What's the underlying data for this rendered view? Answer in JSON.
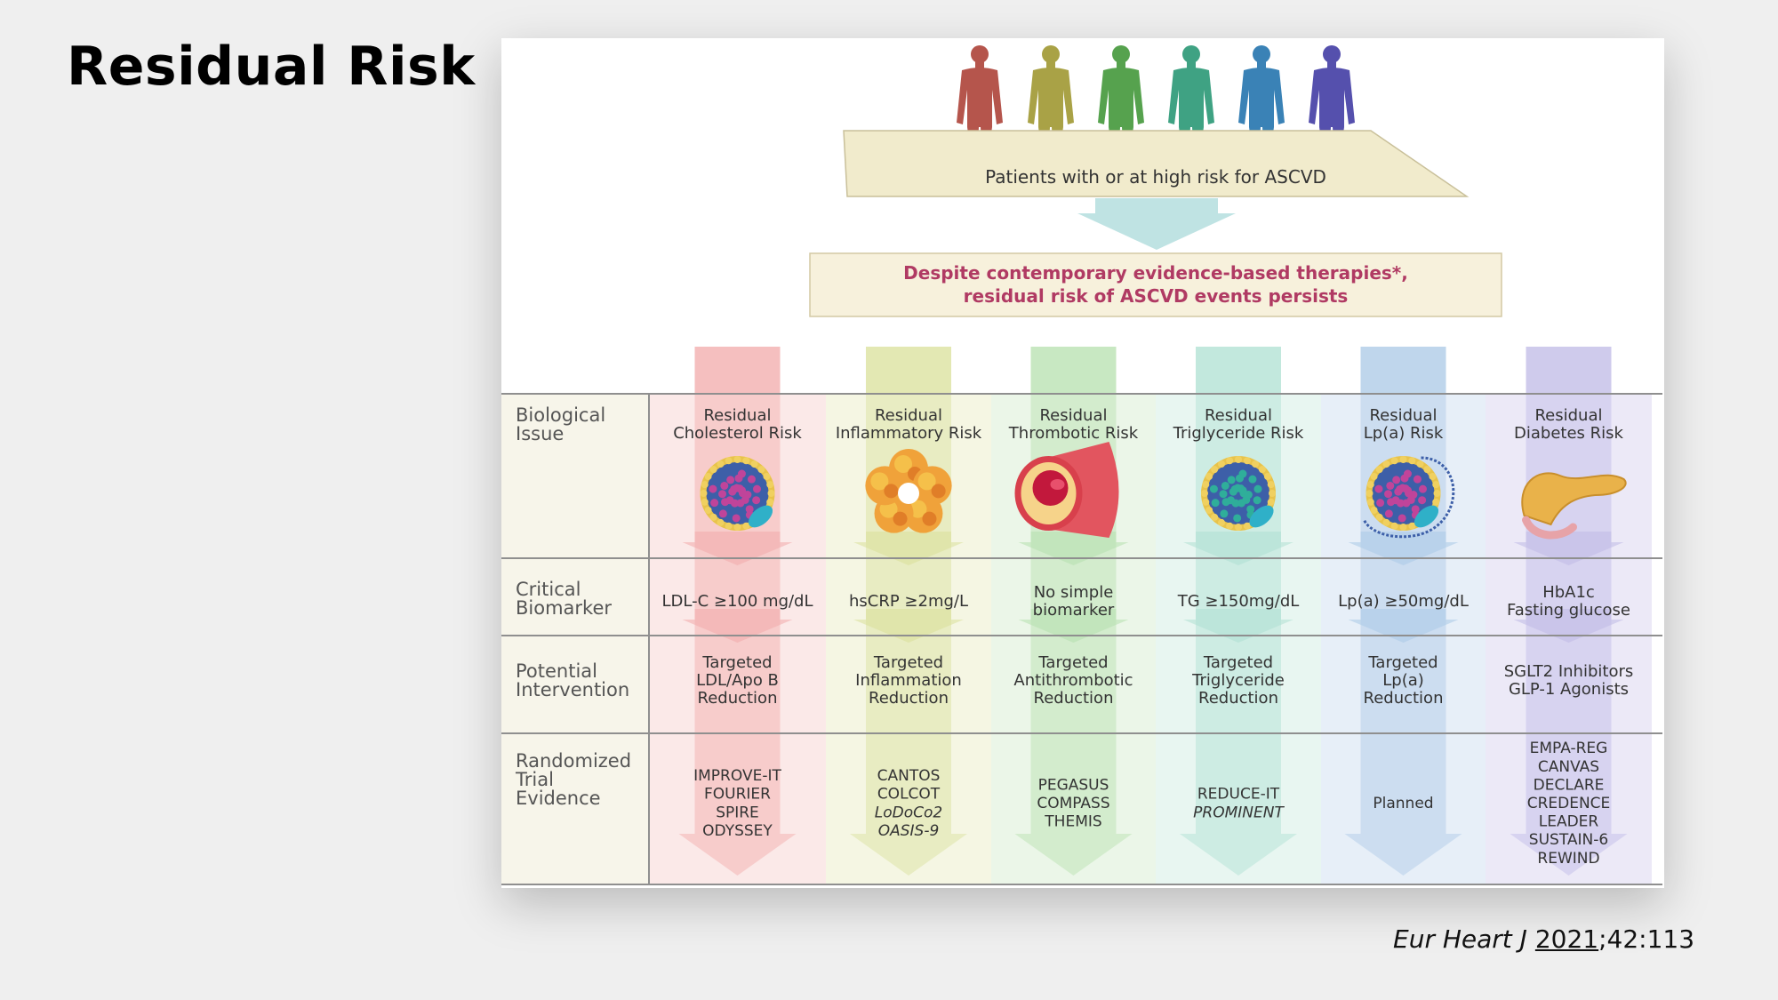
{
  "slide": {
    "title": "Residual Risk"
  },
  "figure": {
    "header": "Patients with or at high risk for ASCVD",
    "banner_line1": "Despite contemporary evidence-based therapies*,",
    "banner_line2": "residual risk of ASCVD events persists",
    "people_colors": [
      "#b5554c",
      "#a9a246",
      "#56a24e",
      "#3fa283",
      "#3a82b6",
      "#5550ad"
    ],
    "row_labels": [
      [
        "Biological",
        "Issue"
      ],
      [
        "Critical",
        "Biomarker"
      ],
      [
        "Potential",
        "Intervention"
      ],
      [
        "Randomized",
        "Trial",
        "Evidence"
      ]
    ],
    "columns": [
      {
        "color": "#f2a9a9",
        "bg": "#fbe9e8",
        "issue": [
          "Residual",
          "Cholesterol Risk"
        ],
        "icon": "lipoprotein-particle-icon",
        "biomarker": [
          "LDL-C ≥100 mg/dL"
        ],
        "intervention": [
          "Targeted",
          "LDL/Apo B",
          "Reduction"
        ],
        "trials": [
          [
            "IMPROVE-IT",
            "n"
          ],
          [
            "FOURIER",
            "n"
          ],
          [
            "SPIRE",
            "n"
          ],
          [
            "ODYSSEY",
            "n"
          ]
        ]
      },
      {
        "color": "#d9e09a",
        "bg": "#f5f6e3",
        "issue": [
          "Residual",
          "Inflammatory Risk"
        ],
        "icon": "crp-protein-icon",
        "biomarker": [
          "hsCRP ≥2mg/L"
        ],
        "intervention": [
          "Targeted",
          "Inflammation",
          "Reduction"
        ],
        "trials": [
          [
            "CANTOS",
            "n"
          ],
          [
            "COLCOT",
            "n"
          ],
          [
            "LoDoCo2",
            "i"
          ],
          [
            "OASIS-9",
            "i"
          ]
        ]
      },
      {
        "color": "#b5e0ad",
        "bg": "#ebf6e8",
        "issue": [
          "Residual",
          "Thrombotic Risk"
        ],
        "icon": "artery-thrombus-icon",
        "biomarker": [
          "No simple",
          "biomarker"
        ],
        "intervention": [
          "Targeted",
          "Antithrombotic",
          "Reduction"
        ],
        "trials": [
          [
            "PEGASUS",
            "n"
          ],
          [
            "COMPASS",
            "n"
          ],
          [
            "THEMIS",
            "n"
          ]
        ]
      },
      {
        "color": "#aee0d2",
        "bg": "#e8f6f1",
        "issue": [
          "Residual",
          "Triglyceride Risk"
        ],
        "icon": "triglyceride-particle-icon",
        "biomarker": [
          "TG ≥150mg/dL"
        ],
        "intervention": [
          "Targeted",
          "Triglyceride",
          "Reduction"
        ],
        "trials": [
          [
            "REDUCE-IT",
            "n"
          ],
          [
            "PROMINENT",
            "i"
          ]
        ]
      },
      {
        "color": "#aac8e6",
        "bg": "#e7eff8",
        "issue": [
          "Residual",
          "Lp(a) Risk"
        ],
        "icon": "lpa-particle-icon",
        "biomarker": [
          "Lp(a) ≥50mg/dL"
        ],
        "intervention": [
          "Targeted",
          "Lp(a)",
          "Reduction"
        ],
        "trials": [
          [
            "Planned",
            "n"
          ]
        ]
      },
      {
        "color": "#bfb9e6",
        "bg": "#ece9f7",
        "issue": [
          "Residual",
          "Diabetes Risk"
        ],
        "icon": "pancreas-icon",
        "biomarker": [
          "HbA1c",
          "Fasting glucose"
        ],
        "intervention": [
          "SGLT2 Inhibitors",
          "GLP-1 Agonists"
        ],
        "trials": [
          [
            "EMPA-REG",
            "n"
          ],
          [
            "CANVAS",
            "n"
          ],
          [
            "DECLARE",
            "n"
          ],
          [
            "CREDENCE",
            "n"
          ],
          [
            "LEADER",
            "n"
          ],
          [
            "SUSTAIN-6",
            "n"
          ],
          [
            "REWIND",
            "n"
          ]
        ]
      }
    ]
  },
  "citation": {
    "journal": "Eur Heart J",
    "year": "2021",
    "rest": ";42:113"
  }
}
